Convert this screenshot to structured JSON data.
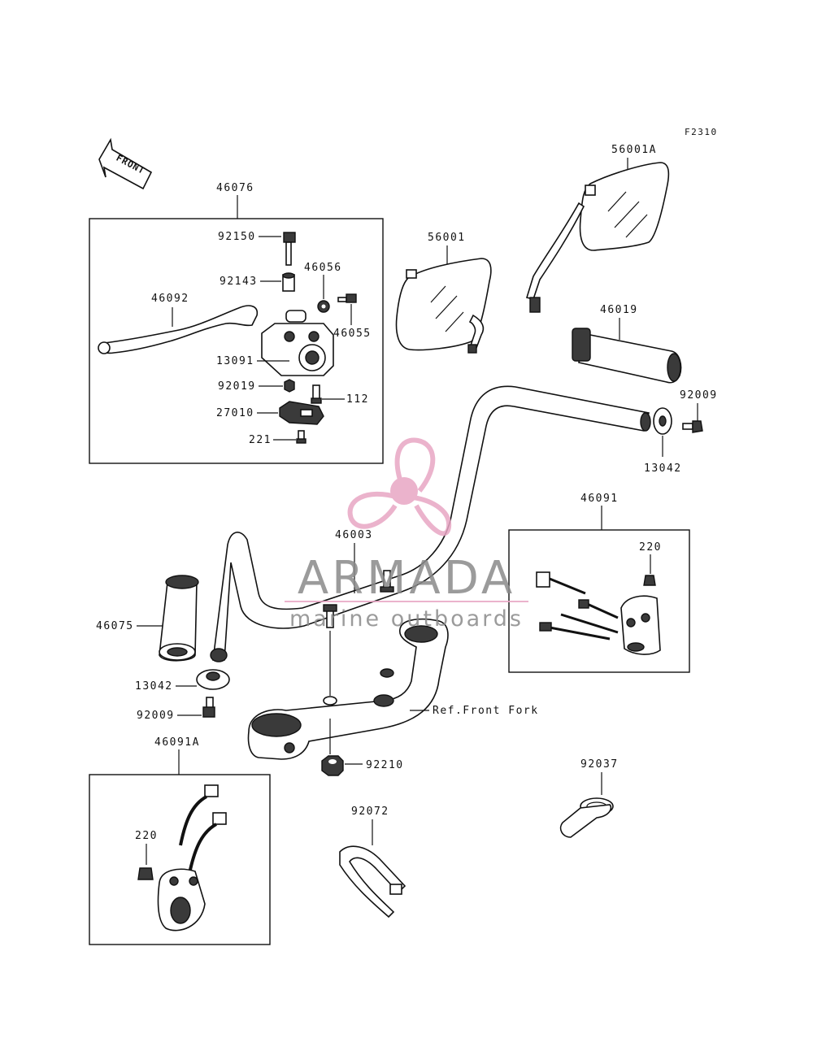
{
  "figure_code": "F2310",
  "front_arrow": "FRONT",
  "labels": {
    "l46076": "46076",
    "l92150": "92150",
    "l92143": "92143",
    "l46056": "46056",
    "l46092": "46092",
    "l46055": "46055",
    "l13091": "13091",
    "l92019": "92019",
    "l112": "112",
    "l27010": "27010",
    "l221": "221",
    "l56001": "56001",
    "l56001A": "56001A",
    "l46019": "46019",
    "l92009a": "92009",
    "l13042a": "13042",
    "l46091": "46091",
    "l220a": "220",
    "l46003": "46003",
    "l46075": "46075",
    "l13042b": "13042",
    "l92009b": "92009",
    "ref_front_fork": "Ref.Front Fork",
    "l92210": "92210",
    "l46091A": "46091A",
    "l220b": "220",
    "l92072": "92072",
    "l92037": "92037"
  },
  "watermark": {
    "brand": "ARMADA",
    "tagline": "marine outboards",
    "logo_color": "#e8a6c4",
    "text_color": "#8a8a8a"
  }
}
